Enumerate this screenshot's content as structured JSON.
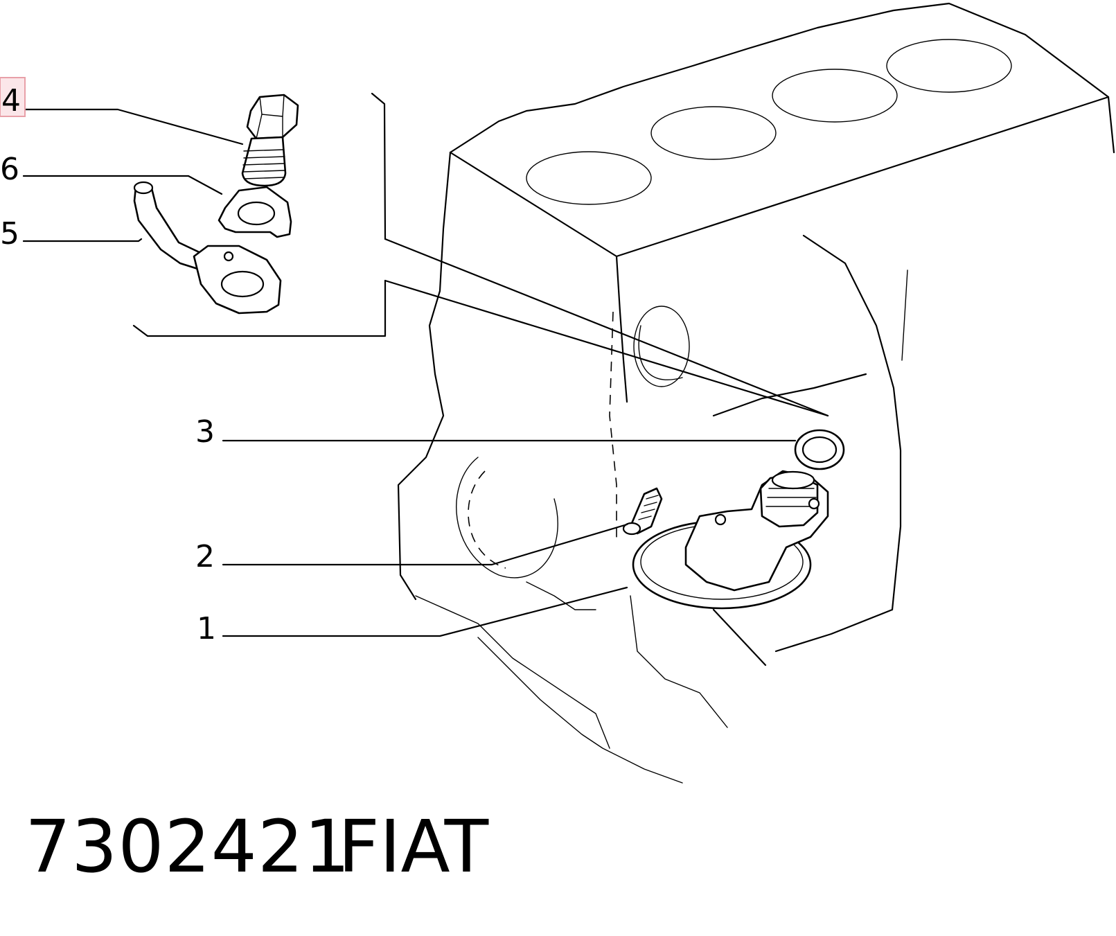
{
  "callouts": {
    "c1": "1",
    "c2": "2",
    "c3": "3",
    "c4": "4",
    "c5": "5",
    "c6": "6"
  },
  "highlight": {
    "callout": "4",
    "color": "#e8a0a8"
  },
  "footer": {
    "part_number": "7302421",
    "brand": "FIAT"
  }
}
